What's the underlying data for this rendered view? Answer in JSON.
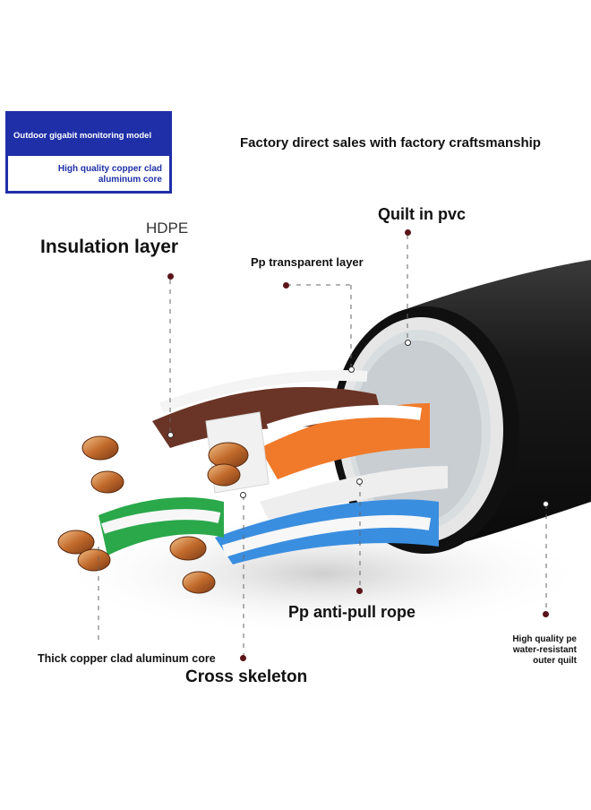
{
  "badge": {
    "title": "Outdoor gigabit monitoring model",
    "subtitle": "High quality copper clad\naluminum core"
  },
  "headline": "Factory direct sales with factory craftsmanship",
  "labels": {
    "quilt_in_pvc": "Quilt in pvc",
    "hdpe": "HDPE",
    "insulation_layer": "Insulation layer",
    "pp_transparent_layer": "Pp transparent layer",
    "pp_anti_pull_rope": "Pp anti-pull rope",
    "thick_core": "Thick copper clad aluminum core",
    "cross_skeleton": "Cross skeleton",
    "outer_quilt": "High quality pe\nwater-resistant\nouter quilt"
  },
  "colors": {
    "badge_blue": "#1e2fa8",
    "jacket": "#151515",
    "copper": "#c9773a",
    "orange_pair": "#f07a2a",
    "blue_pair": "#3a8ee0",
    "green_pair": "#2aa84a",
    "brown_pair": "#6a3426",
    "leader_dot": "#5a1418"
  }
}
